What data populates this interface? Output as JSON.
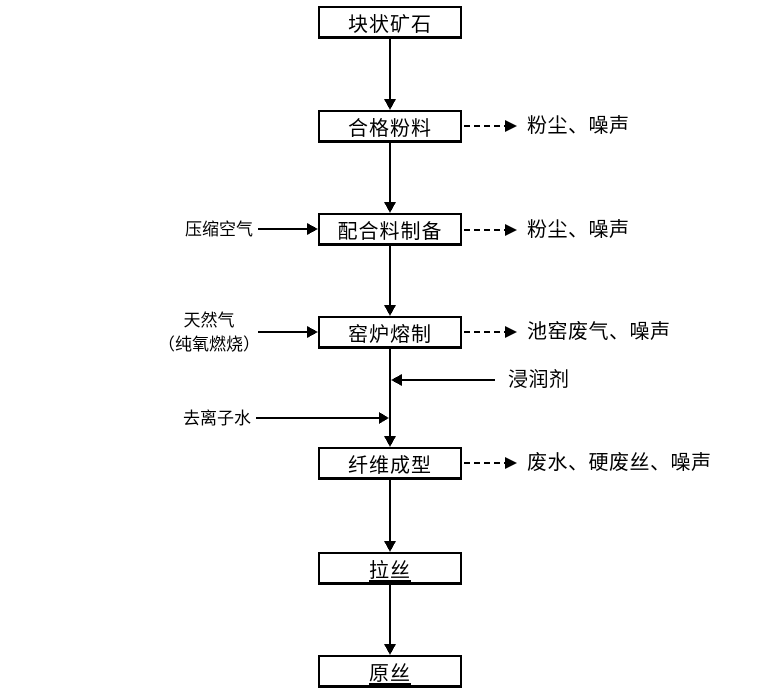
{
  "flowchart": {
    "boxes": [
      {
        "label": "块状矿石"
      },
      {
        "label": "合格粉料"
      },
      {
        "label": "配合料制备"
      },
      {
        "label": "窑炉熔制"
      },
      {
        "label": "纤维成型"
      },
      {
        "label": "拉丝"
      },
      {
        "label": "原丝"
      }
    ],
    "inputs": {
      "compressed_air": "压缩空气",
      "natural_gas_line1": "天然气",
      "natural_gas_line2": "（纯氧燃烧）",
      "deionized_water": "去离子水",
      "sizing_agent": "浸润剂"
    },
    "emissions": [
      {
        "label": "粉尘、噪声"
      },
      {
        "label": "粉尘、噪声"
      },
      {
        "label": "池窑废气、噪声"
      },
      {
        "label": "废水、硬废丝、噪声"
      }
    ],
    "colors": {
      "line": "#000000",
      "background": "#ffffff",
      "text": "#000000"
    }
  }
}
